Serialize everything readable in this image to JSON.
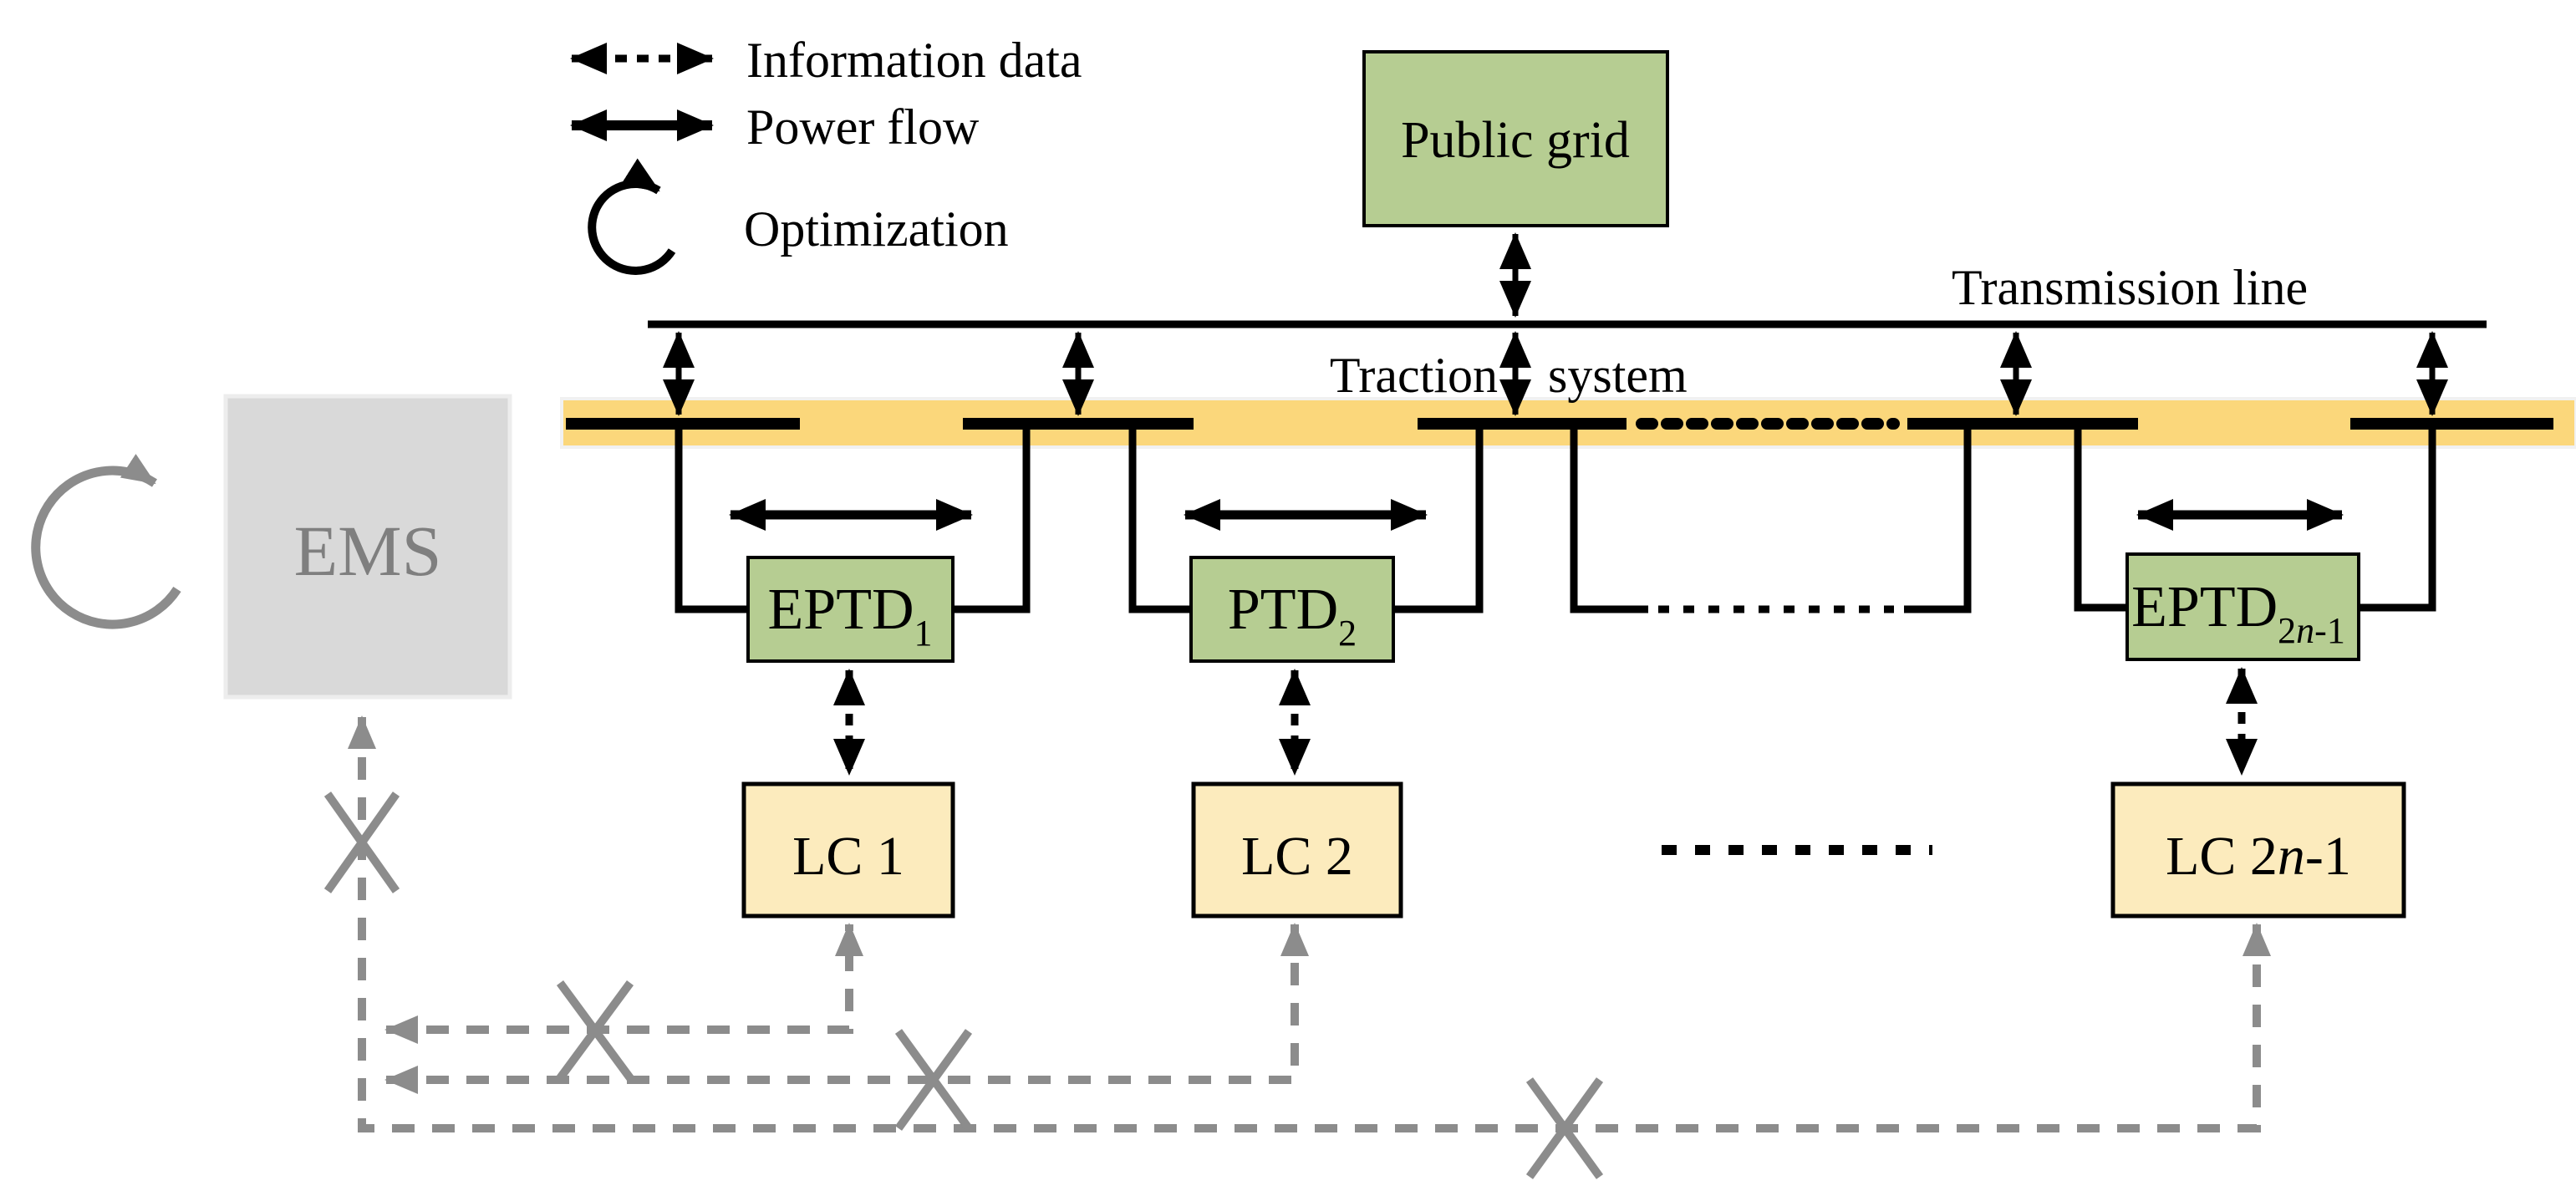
{
  "legend": {
    "information_data": "Information data",
    "power_flow": "Power flow",
    "optimization": "Optimization"
  },
  "top": {
    "public_grid": "Public grid",
    "transmission_line": "Transmission line",
    "traction": "Traction",
    "system": "system"
  },
  "ems": {
    "label": "EMS"
  },
  "devices": {
    "eptd1": {
      "main": "EPTD",
      "sub": "1"
    },
    "ptd2": {
      "main": "PTD",
      "sub": "2"
    },
    "eptd2n1": {
      "main": "EPTD",
      "sub_num": "2",
      "sub_var": "n",
      "sub_tail": "-1"
    }
  },
  "controllers": {
    "lc1": "LC 1",
    "lc2": "LC 2",
    "lc2n1": {
      "prefix": "LC 2",
      "var": "n",
      "tail": "-1"
    }
  },
  "colors": {
    "device_green": "#B6CD92",
    "lc_yellow": "#FCEBBD",
    "traction_band_yellow": "#FBD77B",
    "ems_box_gray": "#D9D9D9",
    "ems_text_gray": "#7F7F7F",
    "comm_line_gray": "#8C8C8C",
    "diagram_black": "#000000"
  }
}
